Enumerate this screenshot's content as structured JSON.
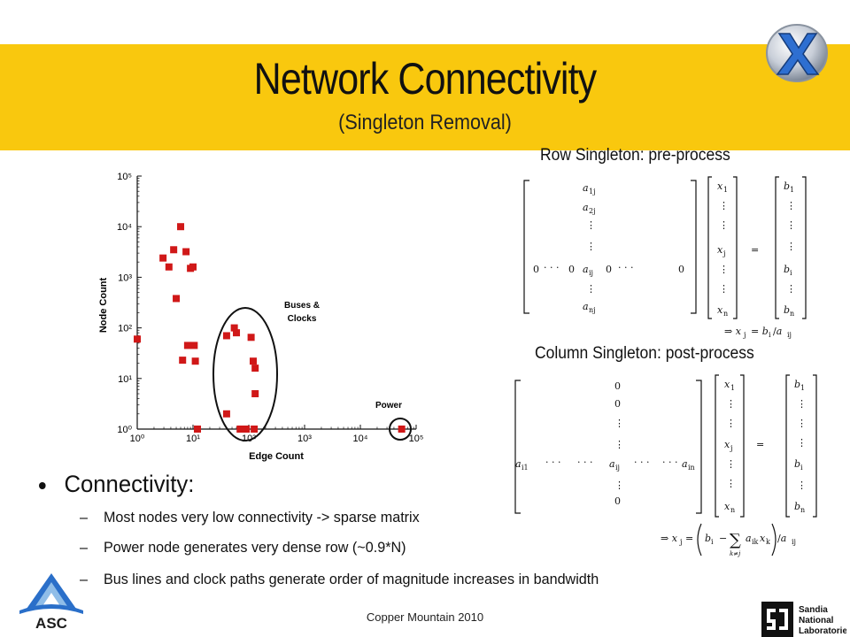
{
  "slide": {
    "title": "Network Connectivity",
    "subtitle": "(Singleton Removal)",
    "row_singleton_label": "Row Singleton: pre-process",
    "column_singleton_label": "Column Singleton: post-process",
    "bullet": "Connectivity:",
    "sub_bullets": [
      "Most nodes very low connectivity -> sparse matrix",
      "Power node generates very dense row (~0.9*N)",
      "Bus lines and clock paths generate order of magnitude increases in bandwidth"
    ],
    "footer": "Copper Mountain 2010",
    "logos": {
      "asc": "ASC",
      "sandia": [
        "Sandia",
        "National",
        "Laboratories"
      ]
    }
  },
  "chart_data": {
    "type": "scatter",
    "xlabel": "Edge Count",
    "ylabel": "Node Count",
    "x_scale": "log",
    "y_scale": "log",
    "xlim": [
      1,
      100000
    ],
    "ylim": [
      1,
      100000
    ],
    "x_tick_labels": [
      "10⁰",
      "10¹",
      "10²",
      "10³",
      "10⁴",
      "10⁵"
    ],
    "y_tick_labels": [
      "10⁰",
      "10¹",
      "10²",
      "10³",
      "10⁴",
      "10⁵"
    ],
    "annotations": [
      {
        "text": "Buses &",
        "text2": "Clocks"
      },
      {
        "text": "Power"
      }
    ],
    "marker_color": "#d01818",
    "points": [
      {
        "x": 1.0,
        "y": 60
      },
      {
        "x": 2.9,
        "y": 2400
      },
      {
        "x": 3.7,
        "y": 1600
      },
      {
        "x": 4.5,
        "y": 3500
      },
      {
        "x": 5.0,
        "y": 380
      },
      {
        "x": 6.0,
        "y": 10000
      },
      {
        "x": 6.5,
        "y": 23
      },
      {
        "x": 7.5,
        "y": 3200
      },
      {
        "x": 8.0,
        "y": 45
      },
      {
        "x": 9.0,
        "y": 1500
      },
      {
        "x": 10.0,
        "y": 1600
      },
      {
        "x": 10.5,
        "y": 45
      },
      {
        "x": 11.0,
        "y": 22
      },
      {
        "x": 12.0,
        "y": 1
      },
      {
        "x": 40,
        "y": 2
      },
      {
        "x": 40,
        "y": 70
      },
      {
        "x": 55,
        "y": 100
      },
      {
        "x": 60,
        "y": 80
      },
      {
        "x": 70,
        "y": 1
      },
      {
        "x": 90,
        "y": 1
      },
      {
        "x": 110,
        "y": 65
      },
      {
        "x": 120,
        "y": 22
      },
      {
        "x": 130,
        "y": 16
      },
      {
        "x": 130,
        "y": 5
      },
      {
        "x": 125,
        "y": 1
      },
      {
        "x": 55000,
        "y": 1
      }
    ]
  }
}
